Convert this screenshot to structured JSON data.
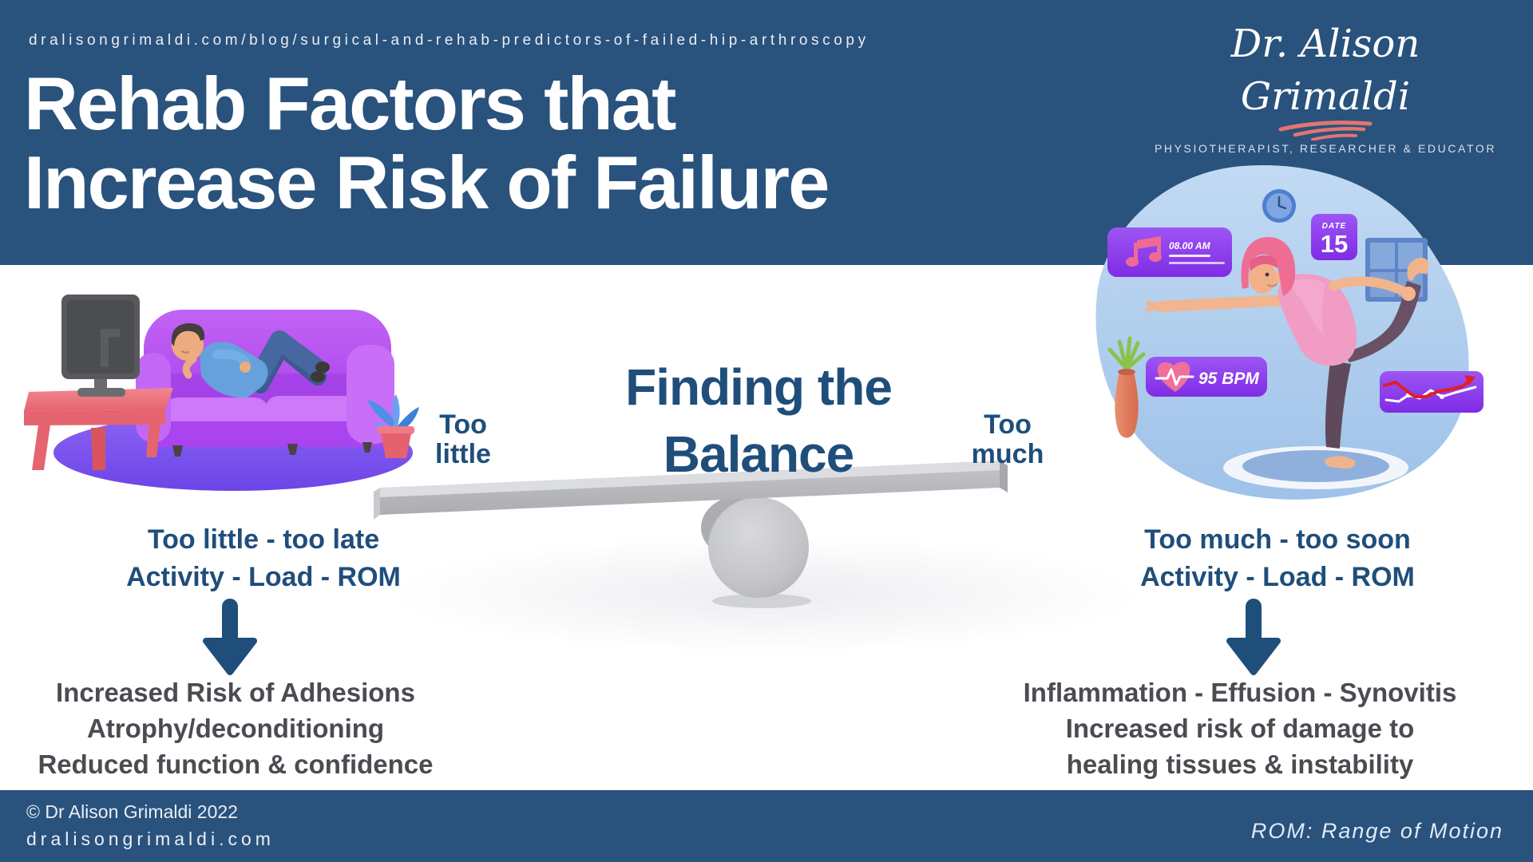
{
  "header": {
    "url": "dralisongrimaldi.com/blog/surgical-and-rehab-predictors-of-failed-hip-arthroscopy",
    "title_line1": "Rehab Factors that",
    "title_line2": "Increase Risk of Failure"
  },
  "logo": {
    "name": "Dr. Alison Grimaldi",
    "tagline": "PHYSIOTHERAPIST, RESEARCHER & EDUCATOR"
  },
  "balance": {
    "title_line1": "Finding the",
    "title_line2": "Balance",
    "left_label_line1": "Too",
    "left_label_line2": "little",
    "right_label_line1": "Too",
    "right_label_line2": "much"
  },
  "left_column": {
    "heading_line1": "Too little - too late",
    "heading_line2": "Activity - Load - ROM",
    "outcomes": [
      "Increased Risk of Adhesions",
      "Atrophy/deconditioning",
      "Reduced function & confidence"
    ]
  },
  "right_column": {
    "heading_line1": "Too much - too soon",
    "heading_line2": "Activity - Load - ROM",
    "outcomes": [
      "Inflammation - Effusion - Synovitis",
      "Increased risk of damage to",
      "healing tissues & instability"
    ]
  },
  "illustrations": {
    "workout": {
      "music_time": "08.00 AM",
      "date_label": "DATE",
      "date_value": "15",
      "heart_rate": "95 BPM"
    }
  },
  "footer": {
    "copyright": "© Dr Alison Grimaldi 2022",
    "website": "dralisongrimaldi.com",
    "note": "ROM: Range of Motion"
  },
  "colors": {
    "header_blue": "#29527D",
    "accent_blue": "#1F4E7B",
    "body_gray": "#4B4B52",
    "coral": "#E2756F",
    "card_purple": "#8E3FF0"
  }
}
